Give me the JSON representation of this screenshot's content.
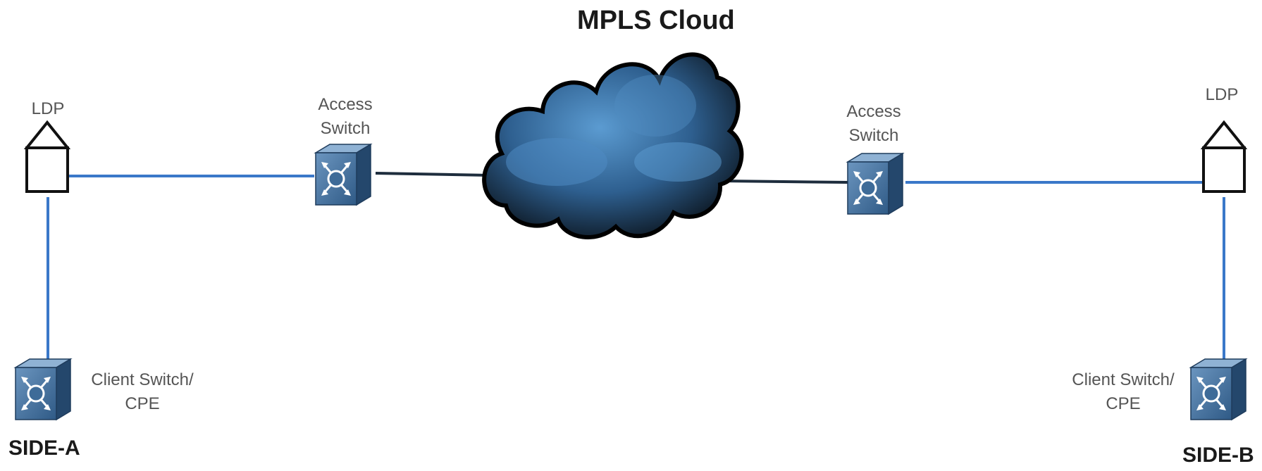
{
  "title": "MPLS Cloud",
  "nodes": {
    "ldp_a": {
      "label": "LDP",
      "icon": "ldp-tag-icon"
    },
    "ldp_b": {
      "label": "LDP",
      "icon": "ldp-tag-icon"
    },
    "access_a": {
      "label": "Access\nSwitch",
      "icon": "switch-icon"
    },
    "access_b": {
      "label": "Access\nSwitch",
      "icon": "switch-icon"
    },
    "client_a": {
      "label": "Client Switch/\nCPE",
      "icon": "switch-icon"
    },
    "client_b": {
      "label": "Client Switch/\nCPE",
      "icon": "switch-icon"
    },
    "cloud": {
      "icon": "cloud-icon"
    }
  },
  "sides": {
    "a": "SIDE-A",
    "b": "SIDE-B"
  },
  "colors": {
    "client_link": "#3a78c9",
    "core_link": "#1e2d3d",
    "switch": "#3e6b98",
    "cloud": "#2e5f8f"
  }
}
